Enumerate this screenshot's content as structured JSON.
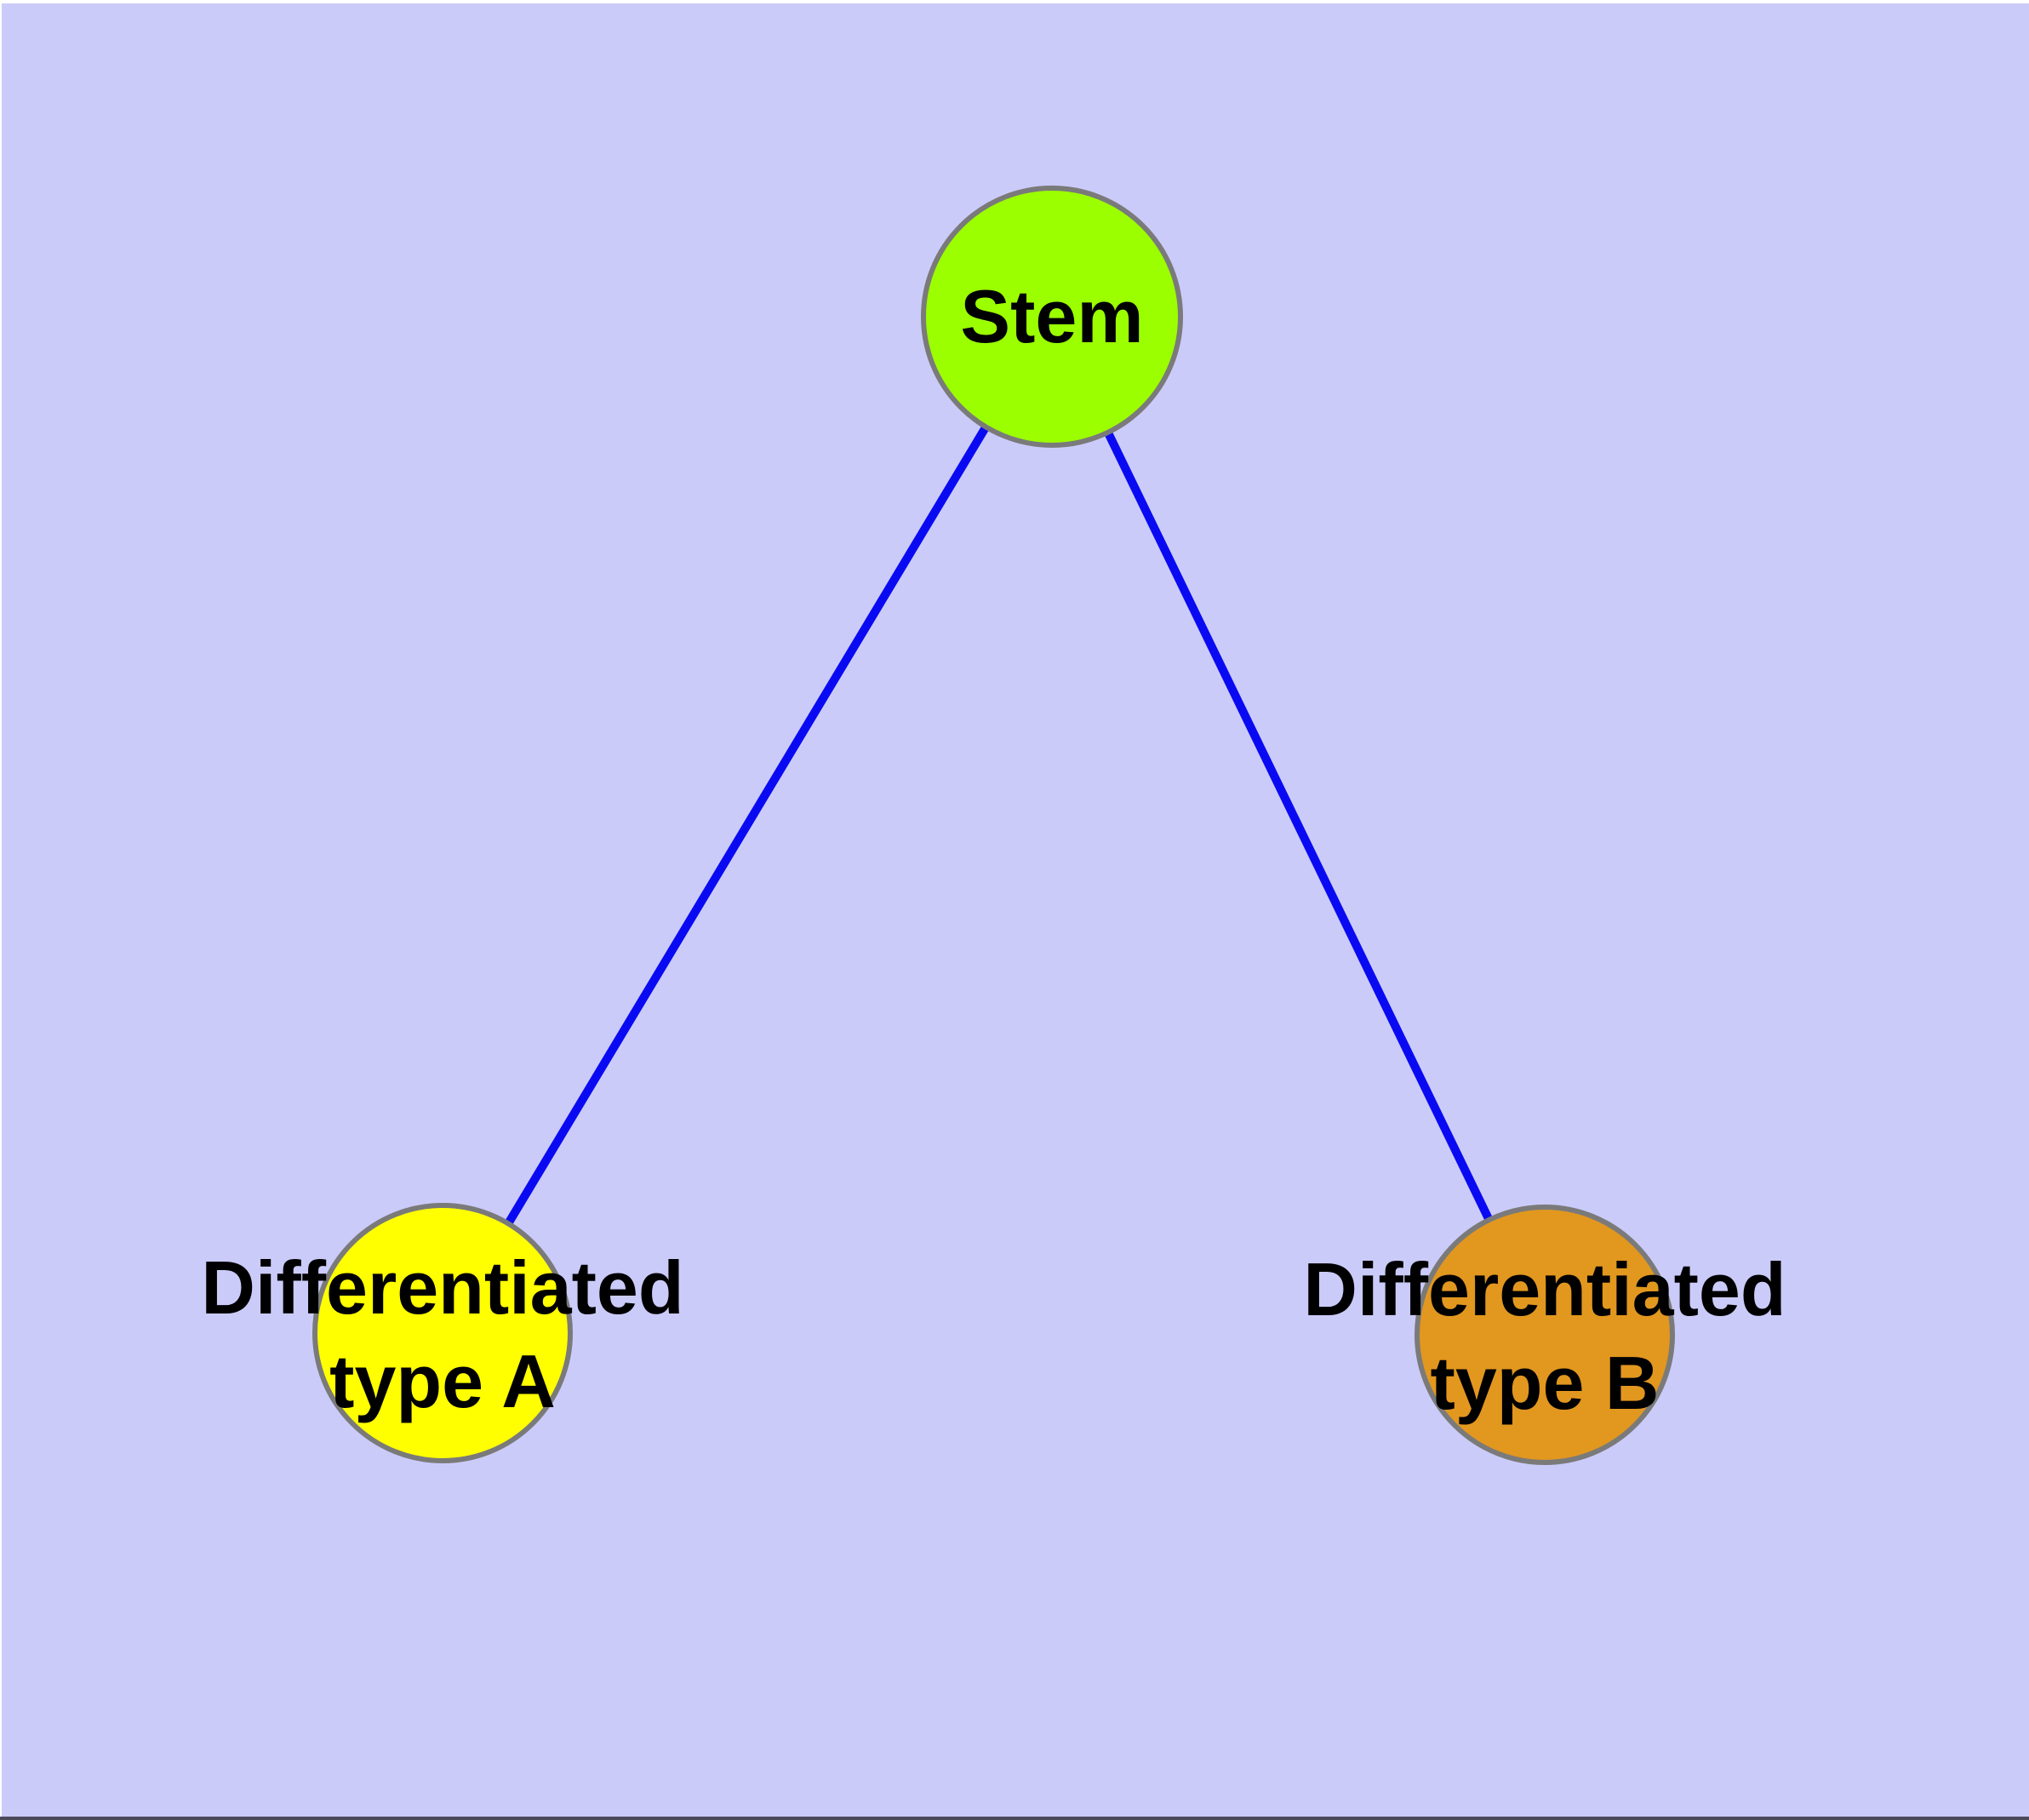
{
  "diagram": {
    "type": "graph",
    "background_color": "#cbcbfa",
    "edge_color": "#0a0af2",
    "node_border_color": "#7a7a7a",
    "label_color": "#000000",
    "nodes": [
      {
        "id": "stem",
        "label": "Stem",
        "color": "#9bff00"
      },
      {
        "id": "type-a",
        "label": "Differentiated\ntype A",
        "color": "#ffff00"
      },
      {
        "id": "type-b",
        "label": "Differentiated\ntype B",
        "color": "#e2971f"
      }
    ],
    "edges": [
      {
        "from": "Stem",
        "to": "Differentiated type A"
      },
      {
        "from": "Stem",
        "to": "Differentiated type B"
      }
    ]
  }
}
